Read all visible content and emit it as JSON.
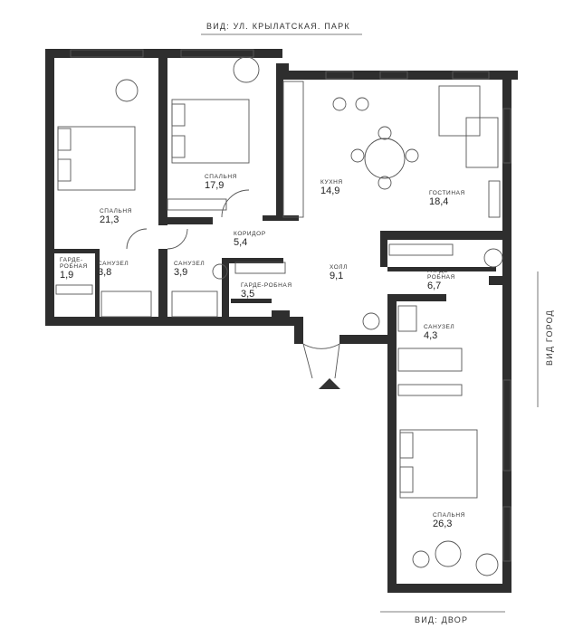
{
  "views": {
    "top": "ВИД: УЛ. КРЫЛАТСКАЯ. ПАРК",
    "right": "ВИД ГОРОД",
    "bottom": "ВИД: ДВОР"
  },
  "rooms": [
    {
      "id": "bedroom-left",
      "name": "СПАЛЬНЯ",
      "area": "21,3"
    },
    {
      "id": "bedroom-middle",
      "name": "СПАЛЬНЯ",
      "area": "17,9"
    },
    {
      "id": "kitchen",
      "name": "КУХНЯ",
      "area": "14,9"
    },
    {
      "id": "living",
      "name": "ГОСТИНАЯ",
      "area": "18,4"
    },
    {
      "id": "corridor",
      "name": "КОРИДОР",
      "area": "5,4"
    },
    {
      "id": "wardrobe-left",
      "name": "ГАРДЕ-РОБНАЯ",
      "area": "1,9"
    },
    {
      "id": "bath-1",
      "name": "САНУЗЕЛ",
      "area": "3,8"
    },
    {
      "id": "bath-2",
      "name": "САНУЗЕЛ",
      "area": "3,9"
    },
    {
      "id": "wardrobe-middle",
      "name": "ГАРДЕ-РОБНАЯ",
      "area": "3,5"
    },
    {
      "id": "hall",
      "name": "ХОЛЛ",
      "area": "9,1"
    },
    {
      "id": "wardrobe-right",
      "name": "ГАРДЕ-РОБНАЯ",
      "area": "6,7"
    },
    {
      "id": "bath-3",
      "name": "САНУЗЕЛ",
      "area": "4,3"
    },
    {
      "id": "bedroom-bottom",
      "name": "СПАЛЬНЯ",
      "area": "26,3"
    }
  ],
  "colors": {
    "wall": "#2e2e2e",
    "line": "#555555",
    "background": "#ffffff"
  }
}
